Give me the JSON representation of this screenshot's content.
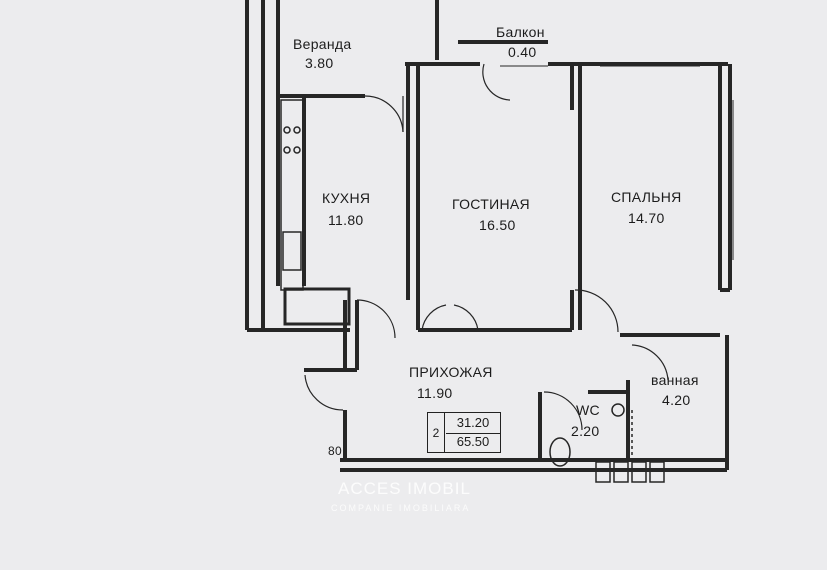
{
  "rooms": [
    {
      "id": "veranda",
      "name": "Веранда",
      "area": "3.80"
    },
    {
      "id": "balcony",
      "name": "Балкон",
      "area": "0.40"
    },
    {
      "id": "kitchen",
      "name": "КУХНЯ",
      "area": "11.80"
    },
    {
      "id": "living",
      "name": "ГОСТИНАЯ",
      "area": "16.50"
    },
    {
      "id": "bedroom",
      "name": "СПАЛЬНЯ",
      "area": "14.70"
    },
    {
      "id": "hallway",
      "name": "ПРИХОЖАЯ",
      "area": "11.90"
    },
    {
      "id": "bathroom",
      "name": "ванная",
      "area": "4.20"
    },
    {
      "id": "wc",
      "name": "WC",
      "area": "2.20"
    }
  ],
  "summary": {
    "rooms_count": "2",
    "living_area": "31.20",
    "total_area": "65.50"
  },
  "dimension_mark": "80",
  "watermark": {
    "brand": "ACCES IMOBIL",
    "tagline": "COMPANIE IMOBILIARA"
  },
  "colors": {
    "wall": "#262626",
    "paper": "#ececee",
    "watermark": "#ffffff"
  }
}
